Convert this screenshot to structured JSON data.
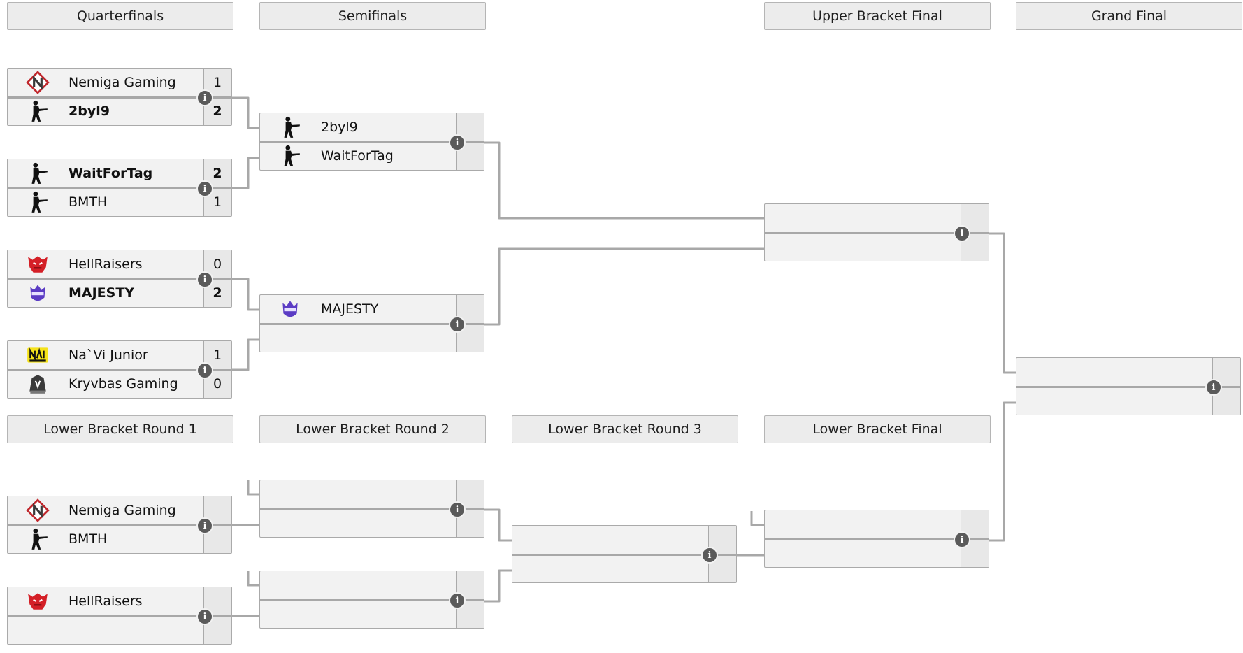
{
  "rounds": {
    "quarterfinals": "Quarterfinals",
    "semifinals": "Semifinals",
    "upper_final": "Upper Bracket Final",
    "grand_final": "Grand Final",
    "lower_r1": "Lower Bracket Round 1",
    "lower_r2": "Lower Bracket Round 2",
    "lower_r3": "Lower Bracket Round 3",
    "lower_final": "Lower Bracket Final"
  },
  "matches": {
    "qf1": {
      "team1": {
        "name": "Nemiga Gaming",
        "score": "1",
        "logo": "nemiga-logo"
      },
      "team2": {
        "name": "2byl9",
        "score": "2",
        "logo": "cs-soldier-logo"
      }
    },
    "qf2": {
      "team1": {
        "name": "WaitForTag",
        "score": "2",
        "logo": "cs-soldier-logo"
      },
      "team2": {
        "name": "BMTH",
        "score": "1",
        "logo": "cs-soldier-logo"
      }
    },
    "qf3": {
      "team1": {
        "name": "HellRaisers",
        "score": "0",
        "logo": "hellraisers-logo"
      },
      "team2": {
        "name": "MAJESTY",
        "score": "2",
        "logo": "majesty-logo"
      }
    },
    "qf4": {
      "team1": {
        "name": "Na`Vi Junior",
        "score": "1",
        "logo": "navi-junior-logo"
      },
      "team2": {
        "name": "Kryvbas Gaming",
        "score": "0",
        "logo": "kryvbas-logo"
      }
    },
    "sf1": {
      "team1": {
        "name": "2byl9",
        "logo": "cs-soldier-logo"
      },
      "team2": {
        "name": "WaitForTag",
        "logo": "cs-soldier-logo"
      }
    },
    "sf2": {
      "team1": {
        "name": "MAJESTY",
        "logo": "majesty-logo"
      }
    },
    "lb1a": {
      "team1": {
        "name": "Nemiga Gaming",
        "logo": "nemiga-logo"
      },
      "team2": {
        "name": "BMTH",
        "logo": "cs-soldier-logo"
      }
    },
    "lb1b": {
      "team1": {
        "name": "HellRaisers",
        "logo": "hellraisers-logo"
      }
    }
  },
  "colors": {
    "connector": "#a8a8a8",
    "match_bg": "#f2f2f2",
    "header_bg": "#ececec",
    "info_icon": "#5a5a5a"
  }
}
